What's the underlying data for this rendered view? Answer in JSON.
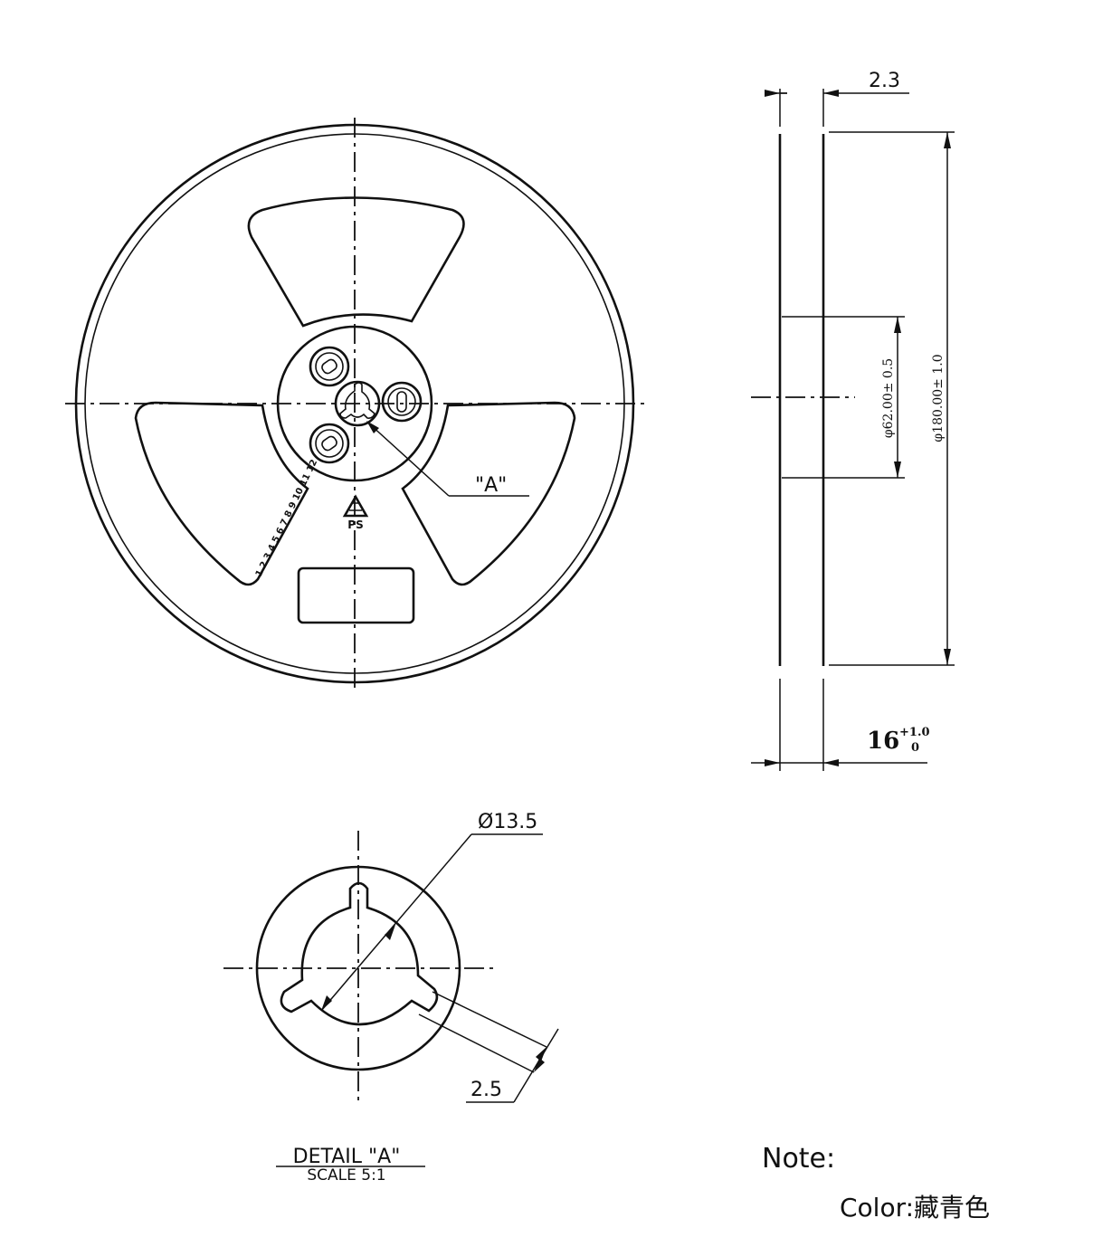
{
  "front_view": {
    "detail_marker": "\"A\"",
    "material_mark": "PS",
    "side_text": "1 2 3 4 5 6 7 8 9 10 11 12"
  },
  "side_view": {
    "flange_thickness": "2.3",
    "hub_diameter": "φ62.00± 0.5",
    "reel_diameter": "φ180.00± 1.0",
    "width_nominal": "16",
    "width_tol_upper": "+1.0",
    "width_tol_lower": "0"
  },
  "detail_a": {
    "diameter": "Ø13.5",
    "slot_width": "2.5",
    "title": "DETAIL  \"A\"",
    "scale": "SCALE  5:1"
  },
  "note": {
    "label": "Note:",
    "color": "Color:藏青色"
  }
}
